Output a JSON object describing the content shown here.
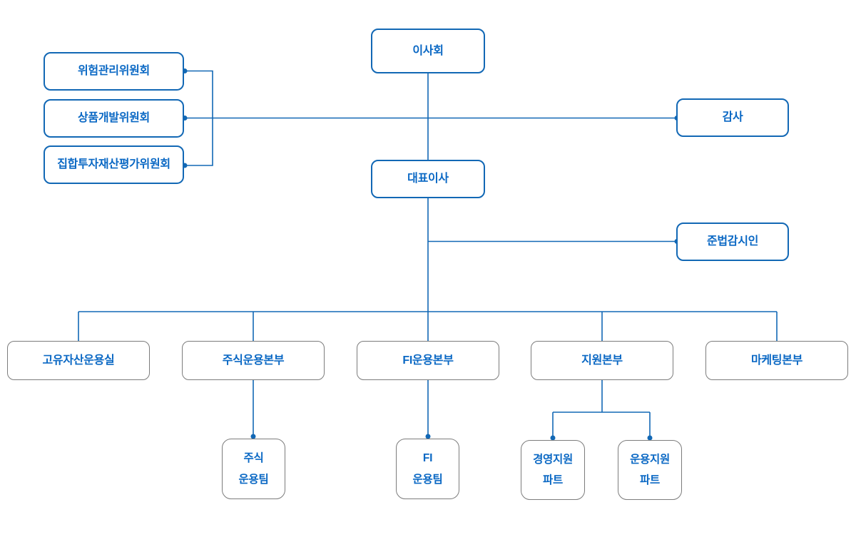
{
  "diagram": {
    "type": "org-chart",
    "nodes": {
      "board": {
        "label": "이사회"
      },
      "risk_committee": {
        "label": "위험관리위원회"
      },
      "product_committee": {
        "label": "상품개발위원회"
      },
      "valuation_committee": {
        "label": "집합투자재산평가위원회"
      },
      "auditor": {
        "label": "감사"
      },
      "ceo": {
        "label": "대표이사"
      },
      "compliance_officer": {
        "label": "준법감시인"
      },
      "proprietary_asset_office": {
        "label": "고유자산운용실"
      },
      "equity_mgmt_division": {
        "label": "주식운용본부"
      },
      "fi_mgmt_division": {
        "label": "FI운용본부"
      },
      "support_division": {
        "label": "지원본부"
      },
      "marketing_division": {
        "label": "마케팅본부"
      },
      "equity_mgmt_team": {
        "lines": [
          "주식",
          "운용팀"
        ]
      },
      "fi_mgmt_team": {
        "lines": [
          "FI",
          "운용팀"
        ]
      },
      "management_support_part": {
        "lines": [
          "경영지원",
          "파트"
        ]
      },
      "operation_support_part": {
        "lines": [
          "운용지원",
          "파트"
        ]
      }
    },
    "colors": {
      "node_text_blue": "#0a68c4",
      "blue_border": "#1268b5",
      "connector_blue": "#1268b5",
      "gray_border": "#7c7c7c",
      "background": "#ffffff"
    }
  }
}
